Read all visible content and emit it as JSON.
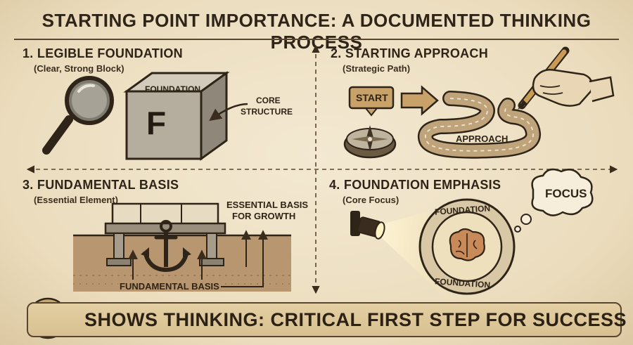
{
  "title": "STARTING POINT IMPORTANCE: A DOCUMENTED THINKING PROCESS",
  "quadrants": [
    {
      "title": "1. LEGIBLE FOUNDATION",
      "subtitle": "(Clear, Strong Block)"
    },
    {
      "title": "2. STARTING APPROACH",
      "subtitle": "(Strategic Path)"
    },
    {
      "title": "3. FUNDAMENTAL BASIS",
      "subtitle": "(Essential Element)"
    },
    {
      "title": "4. FOUNDATION EMPHASIS",
      "subtitle": "(Core Focus)"
    }
  ],
  "q1": {
    "block_label": "FOUNDATION",
    "block_letter": "F",
    "callout_line1": "CORE",
    "callout_line2": "STRUCTURE"
  },
  "q2": {
    "start_label": "START",
    "path_label": "APPROACH"
  },
  "q3": {
    "callout_line1": "ESSENTIAL BASIS",
    "callout_line2": "FOR GROWTH",
    "base_label": "FUNDAMENTAL BASIS"
  },
  "q4": {
    "ring_top": "FOUNDATION",
    "ring_bottom": "FOUNDATION",
    "thought": "FOCUS"
  },
  "banner": {
    "text": "SHOWS THINKING: CRITICAL FIRST STEP FOR SUCCESS"
  },
  "colors": {
    "ink": "#2f2418",
    "paper": "#efe4c9",
    "stone": "#b9b1a1",
    "dirt": "#a7875c",
    "accent": "#c8a66e"
  },
  "icons": [
    "magnifier-icon",
    "foundation-block-icon",
    "compass-icon",
    "hand-pencil-icon",
    "anchor-icon",
    "spotlight-icon",
    "brain-icon",
    "thought-cloud-icon",
    "gears-head-icon",
    "sparkle-icon"
  ]
}
